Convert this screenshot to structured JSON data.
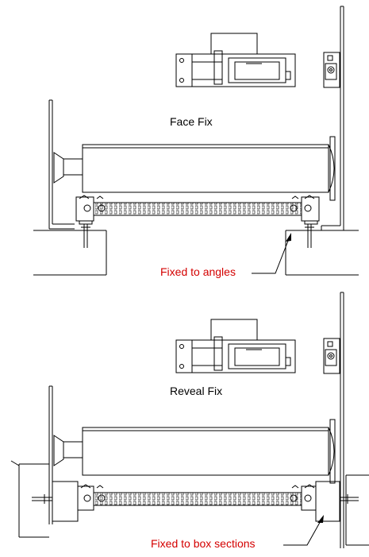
{
  "labels": {
    "face_fix": "Face Fix",
    "fixed_to_angles": "Fixed to angles",
    "reveal_fix": "Reveal Fix",
    "fixed_to_box_sections": "Fixed to box sections"
  },
  "colors": {
    "line": "#000000",
    "annotation": "#d40000",
    "background": "#ffffff"
  }
}
